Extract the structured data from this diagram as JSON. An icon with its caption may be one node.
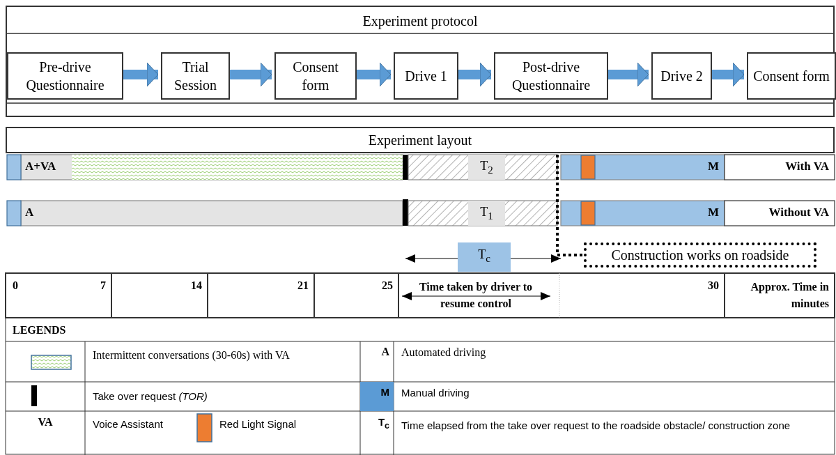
{
  "diagram": {
    "nodes": [
      {
        "text": [
          "Experiment protocol"
        ]
      },
      {
        "text": [
          "Pre-drive Questionnaire"
        ],
        "in": 0
      },
      {
        "text": [
          "Trial Session"
        ],
        "in": 0
      },
      {
        "text": [
          "Consent form"
        ],
        "in": 0
      },
      {
        "text": [
          "Drive 1"
        ],
        "in": 0
      },
      {
        "text": [
          "Post-drive Questionnaire"
        ],
        "in": 0
      },
      {
        "text": [
          "Drive 2"
        ],
        "in": 0
      },
      {
        "text": [
          "Consent form"
        ],
        "in": 0
      },
      {
        "text": [
          "Experiment layout"
        ]
      },
      {
        "text": [
          "Construction works on roadside"
        ]
      }
    ],
    "edges": [
      {
        "from": 1,
        "to": 2,
        "arrow": "to"
      },
      {
        "from": 2,
        "to": 3,
        "arrow": "to"
      },
      {
        "from": 3,
        "to": 4,
        "arrow": "to"
      },
      {
        "from": 4,
        "to": 5,
        "arrow": "to"
      },
      {
        "from": 5,
        "to": 6,
        "arrow": "to"
      },
      {
        "from": 6,
        "to": 7,
        "arrow": "to"
      },
      {
        "from": 9,
        "to": 8,
        "arrow": "none",
        "style": "dashed",
        "color": "#000000"
      }
    ],
    "labels": [
      "A+VA",
      "T$_{2}$",
      "M",
      "With VA",
      "A",
      "T$_{1}$",
      "M",
      "Without VA",
      "T$_{c}$",
      "0",
      "7",
      "14",
      "21",
      "25",
      "Time taken by driver to resume control",
      "30",
      "Approx. Time in minutes",
      "LEGENDS",
      "A",
      "M",
      "VA",
      "T$_{c}$"
    ],
    "legend": [
      {
        "text": "Intermittent conversations (30-60s) with VA"
      },
      {
        "text": "Automated driving"
      },
      {
        "text": "Take over request *(TOR)*",
        "color": "#000000"
      },
      {
        "text": "Manual driving",
        "color": "#5b9bd5"
      },
      {
        "text": "Voice Assistant"
      },
      {
        "text": "Red Light Signal",
        "color": "#ed7d31"
      },
      {
        "text": "Time elapsed from the take over request to the roadside obstacle/ construction zone"
      }
    ]
  }
}
